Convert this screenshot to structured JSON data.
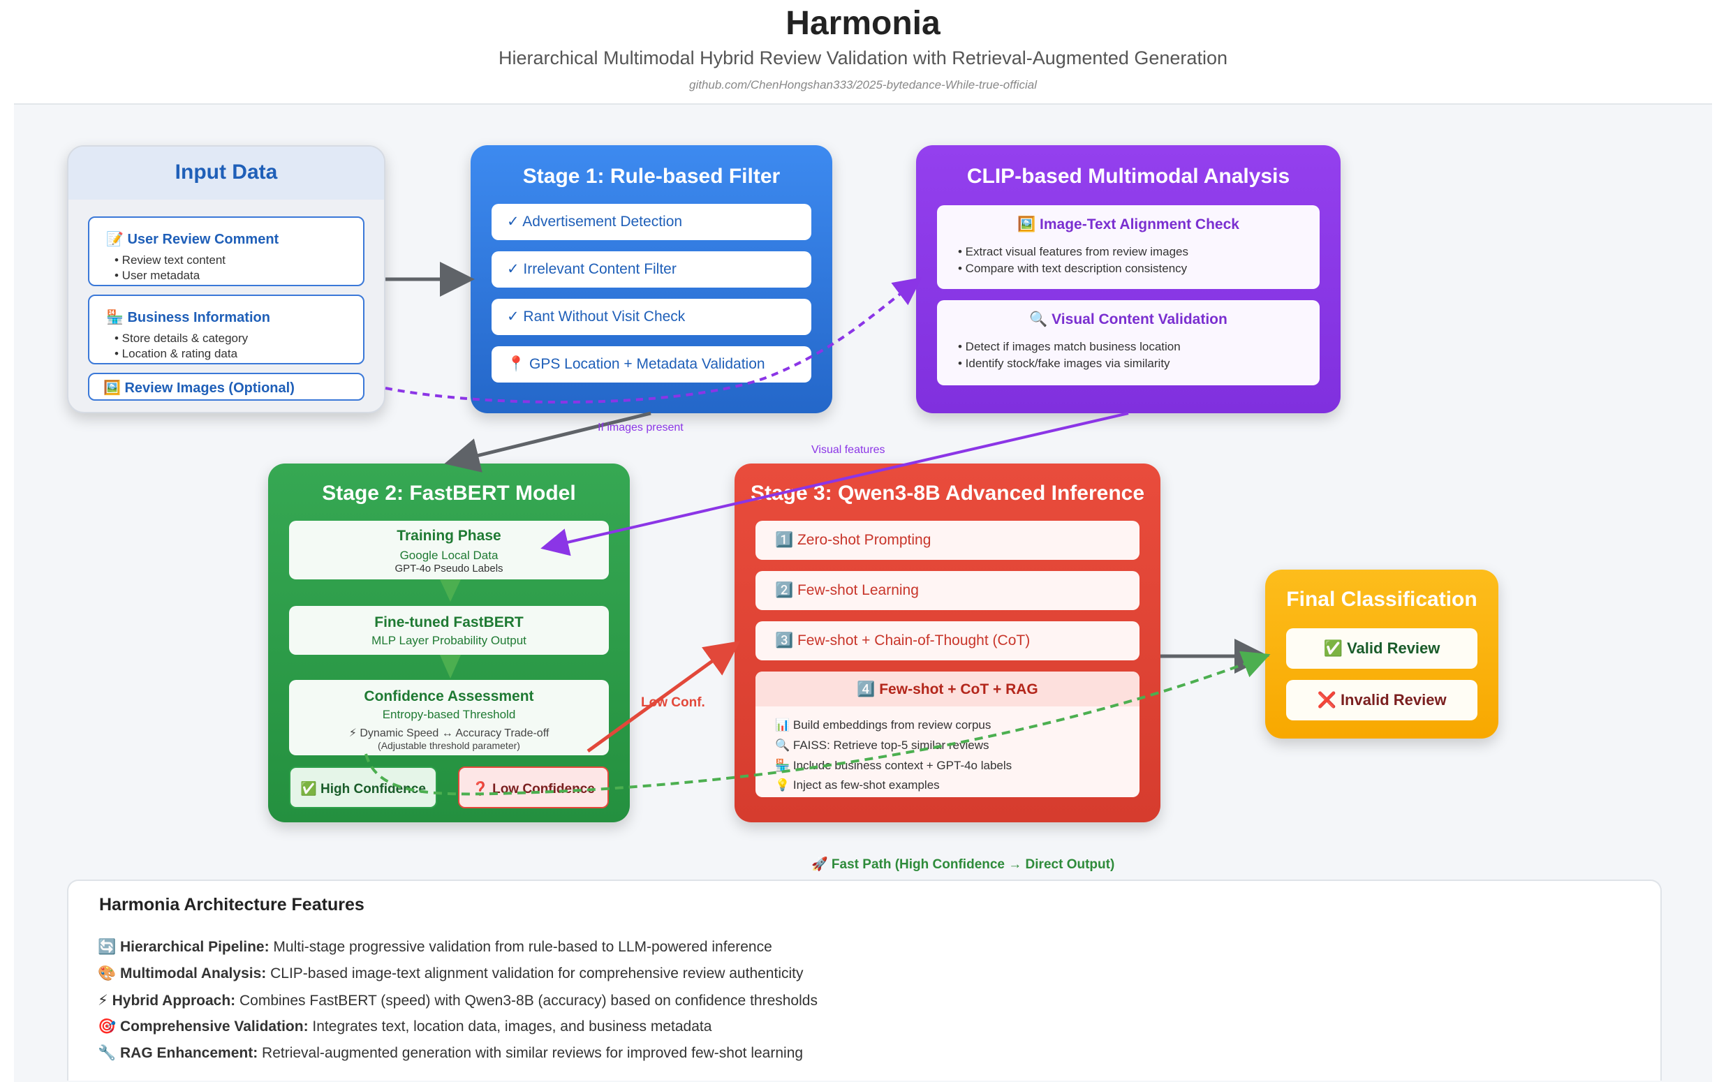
{
  "header": {
    "title": "Harmonia",
    "subtitle": "Hierarchical Multimodal Hybrid Review Validation with Retrieval-Augmented Generation",
    "repo": "github.com/ChenHongshan333/2025-bytedance-While-true-official"
  },
  "input": {
    "title": "Input Data",
    "review": {
      "icon": "📝",
      "title": "User Review Comment",
      "bullets": [
        "• Review text content",
        "• User metadata"
      ]
    },
    "business": {
      "icon": "🏪",
      "title": "Business Information",
      "bullets": [
        "• Store details & category",
        "• Location & rating data"
      ]
    },
    "images": {
      "icon": "🖼️",
      "title": "Review Images (Optional)"
    }
  },
  "stage1": {
    "title": "Stage 1: Rule-based Filter",
    "items": [
      "✓ Advertisement Detection",
      "✓ Irrelevant Content Filter",
      "✓ Rant Without Visit Check",
      "📍 GPS Location + Metadata Validation"
    ]
  },
  "clip": {
    "title": "CLIP-based Multimodal Analysis",
    "align": {
      "icon": "🖼️",
      "title": "Image-Text Alignment Check",
      "bullets": [
        "• Extract visual features from review images",
        "• Compare with text description consistency"
      ]
    },
    "visual": {
      "icon": "🔍",
      "title": "Visual Content Validation",
      "bullets": [
        "• Detect if images match business location",
        "• Identify stock/fake images via similarity"
      ]
    }
  },
  "stage2": {
    "title": "Stage 2: FastBERT Model",
    "training": {
      "title": "Training Phase",
      "line1": "Google Local Data",
      "line2": "GPT-4o Pseudo Labels"
    },
    "finetuned": {
      "title": "Fine-tuned FastBERT",
      "line1": "MLP Layer Probability Output"
    },
    "confidence": {
      "title": "Confidence Assessment",
      "line1": "Entropy-based Threshold",
      "line2": "⚡ Dynamic Speed ↔ Accuracy Trade-off",
      "line3": "(Adjustable threshold parameter)"
    },
    "high": "✅ High Confidence",
    "low": "❓ Low Confidence"
  },
  "stage3": {
    "title": "Stage 3: Qwen3-8B Advanced Inference",
    "items": [
      "1️⃣ Zero-shot Prompting",
      "2️⃣ Few-shot Learning",
      "3️⃣ Few-shot + Chain-of-Thought (CoT)"
    ],
    "rag": {
      "title": "4️⃣ Few-shot + CoT + RAG",
      "bullets": [
        "📊 Build embeddings from review corpus",
        "🔍 FAISS: Retrieve top-5 similar reviews",
        "🏪 Include business context + GPT-4o labels",
        "💡 Inject as few-shot examples"
      ]
    }
  },
  "final": {
    "title": "Final Classification",
    "valid": "✅ Valid Review",
    "invalid": "❌ Invalid Review"
  },
  "labels": {
    "if_images": "If images present",
    "visual_features": "Visual features",
    "low_conf": "Low Conf.",
    "fast_path": "🚀 Fast Path (High Confidence → Direct Output)"
  },
  "features": {
    "title": "Harmonia Architecture Features",
    "items": [
      {
        "icon": "🔄",
        "name": "Hierarchical Pipeline:",
        "text": " Multi-stage progressive validation from rule-based to LLM-powered inference"
      },
      {
        "icon": "🎨",
        "name": "Multimodal Analysis:",
        "text": " CLIP-based image-text alignment validation for comprehensive review authenticity"
      },
      {
        "icon": "⚡",
        "name": "Hybrid Approach:",
        "text": " Combines FastBERT (speed) with Qwen3-8B (accuracy) based on confidence thresholds"
      },
      {
        "icon": "🎯",
        "name": "Comprehensive Validation:",
        "text": " Integrates text, location data, images, and business metadata"
      },
      {
        "icon": "🔧",
        "name": "RAG Enhancement:",
        "text": " Retrieval-augmented generation with similar reviews for improved few-shot learning"
      }
    ]
  },
  "colors": {
    "stage1": "#2f7fe0",
    "clip": "#8b35e6",
    "stage2": "#2ea04a",
    "stage3": "#e2483a",
    "final": "#fdb515"
  }
}
